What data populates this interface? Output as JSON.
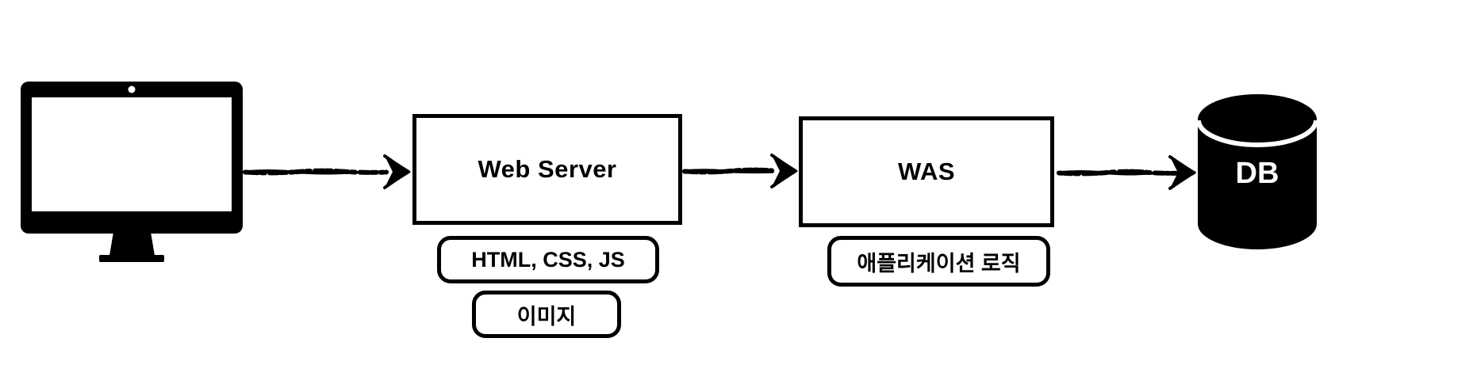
{
  "diagram": {
    "type": "flow",
    "direction": "left-to-right",
    "nodes": {
      "client": {
        "icon": "desktop-monitor-icon"
      },
      "web_server": {
        "label": "Web Server"
      },
      "was": {
        "label": "WAS"
      },
      "db": {
        "label": "DB",
        "icon": "database-cylinder-icon"
      }
    },
    "annotations": {
      "web_server": [
        "HTML, CSS, JS",
        "이미지"
      ],
      "was": [
        "애플리케이션 로직"
      ]
    },
    "edges": [
      {
        "from": "client",
        "to": "web_server",
        "style": "sketchy-arrow"
      },
      {
        "from": "web_server",
        "to": "was",
        "style": "sketchy-arrow"
      },
      {
        "from": "was",
        "to": "db",
        "style": "sketchy-arrow"
      }
    ]
  },
  "colors": {
    "ink": "#000000",
    "background": "#ffffff",
    "db_label": "#ffffff"
  }
}
